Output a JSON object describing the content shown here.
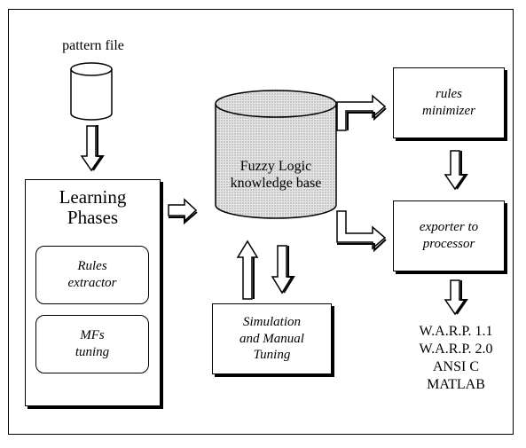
{
  "pattern_file": {
    "label": "pattern file"
  },
  "learning_phases": {
    "title": "Learning\nPhases",
    "sub1": "Rules\nextractor",
    "sub2": "MFs\ntuning"
  },
  "knowledge_base": {
    "label": "Fuzzy Logic\nknowledge base"
  },
  "rules_minimizer": {
    "label": "rules\nminimizer"
  },
  "exporter": {
    "label": "exporter to\nprocessor"
  },
  "simulation": {
    "label": "Simulation\nand Manual\nTuning"
  },
  "targets": [
    "W.A.R.P. 1.1",
    "W.A.R.P. 2.0",
    "ANSI C",
    "MATLAB"
  ]
}
